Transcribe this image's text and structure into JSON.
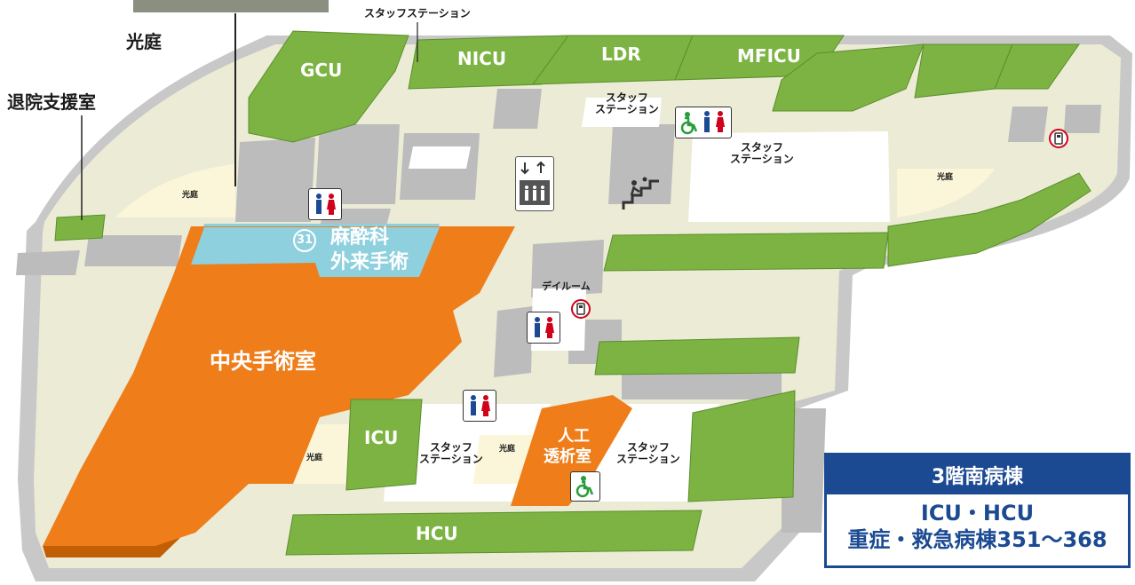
{
  "callouts": {
    "kouteizu": "光庭",
    "taiin": "退院支援室",
    "staff_top": "スタッフステーション"
  },
  "wards": {
    "gcu": "GCU",
    "nicu": "NICU",
    "ldr": "LDR",
    "mficu": "MFICU",
    "icu": "ICU",
    "hcu": "HCU"
  },
  "rooms": {
    "staff1": "スタッフ\nステーション",
    "staff2": "スタッフ\nステーション",
    "staff3": "スタッフ\nステーション",
    "staff4": "スタッフ\nステーション",
    "dayroom": "デイルーム",
    "courtyard_left": "光庭",
    "courtyard_right": "光庭",
    "courtyard_icu": "光庭",
    "courtyard_center": "光庭",
    "surgery_num": "31",
    "anesthesia_1": "麻酔科",
    "anesthesia_2": "外来手術",
    "central_surgery": "中央手術室",
    "dialysis_1": "人工",
    "dialysis_2": "透析室"
  },
  "legend": {
    "title": "3階南病棟",
    "line1": "ICU・HCU",
    "line2": "重症・救急病棟351〜368"
  },
  "icons": [
    "restroom-icon",
    "accessible-restroom-icon",
    "elevator-icon",
    "stairs-icon",
    "phone-icon",
    "accessible-icon"
  ],
  "colors": {
    "ward_green": "#7cb342",
    "surgery_orange": "#ee7d1a",
    "anesthesia_blue": "#8fd0df",
    "courtyard_cream": "#fbf6d9",
    "corridor": "#ecebd6",
    "building_gray": "#b8b8b8",
    "legend_blue": "#1b4a93"
  }
}
